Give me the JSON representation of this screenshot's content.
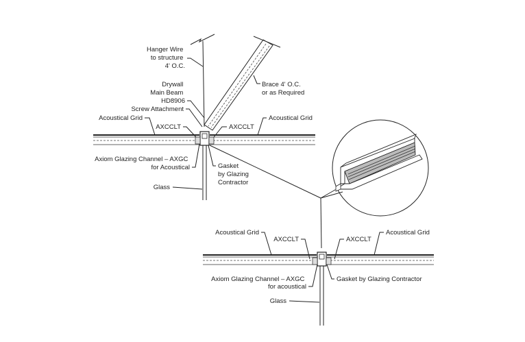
{
  "top_detail": {
    "hanger_wire": [
      "Hanger Wire",
      "to structure",
      "4' O.C."
    ],
    "main_beam": [
      "Drywall",
      "Main Beam",
      "HD8906"
    ],
    "screw": "Screw Attachment",
    "grid_left": "Acoustical Grid",
    "grid_right": "Acoustical Grid",
    "axcclt_left": "AXCCLT",
    "axcclt_right": "AXCCLT",
    "brace": [
      "Brace 4' O.C.",
      "or as Required"
    ],
    "channel": [
      "Axiom Glazing Channel – AXGC",
      "for Acoustical"
    ],
    "gasket": [
      "Gasket",
      "by Glazing",
      "Contractor"
    ],
    "glass": "Glass"
  },
  "bottom_detail": {
    "grid_left": "Acoustical Grid",
    "grid_right": "Acoustical Grid",
    "axcclt_left": "AXCCLT",
    "axcclt_right": "AXCCLT",
    "channel": [
      "Axiom Glazing Channel – AXGC",
      "for acoustical"
    ],
    "gasket": "Gasket by Glazing Contractor",
    "glass": "Glass"
  },
  "inset": {
    "subject": "glazing-channel-profile"
  }
}
